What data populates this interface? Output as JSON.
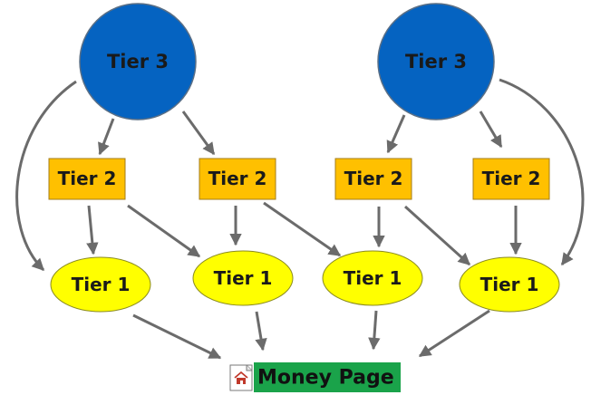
{
  "nodes": {
    "tier3_left": "Tier 3",
    "tier3_right": "Tier 3",
    "tier2_1": "Tier 2",
    "tier2_2": "Tier 2",
    "tier2_3": "Tier 2",
    "tier2_4": "Tier 2",
    "tier1_1": "Tier 1",
    "tier1_2": "Tier 1",
    "tier1_3": "Tier 1",
    "tier1_4": "Tier 1",
    "money_page": "Money Page"
  },
  "icons": {
    "money_page_icon": "home-page-icon"
  },
  "colors": {
    "tier3": "#0563c1",
    "tier2": "#ffc000",
    "tier1": "#ffff00",
    "money_page": "#1aa34a",
    "arrow": "#6b6b6b"
  }
}
